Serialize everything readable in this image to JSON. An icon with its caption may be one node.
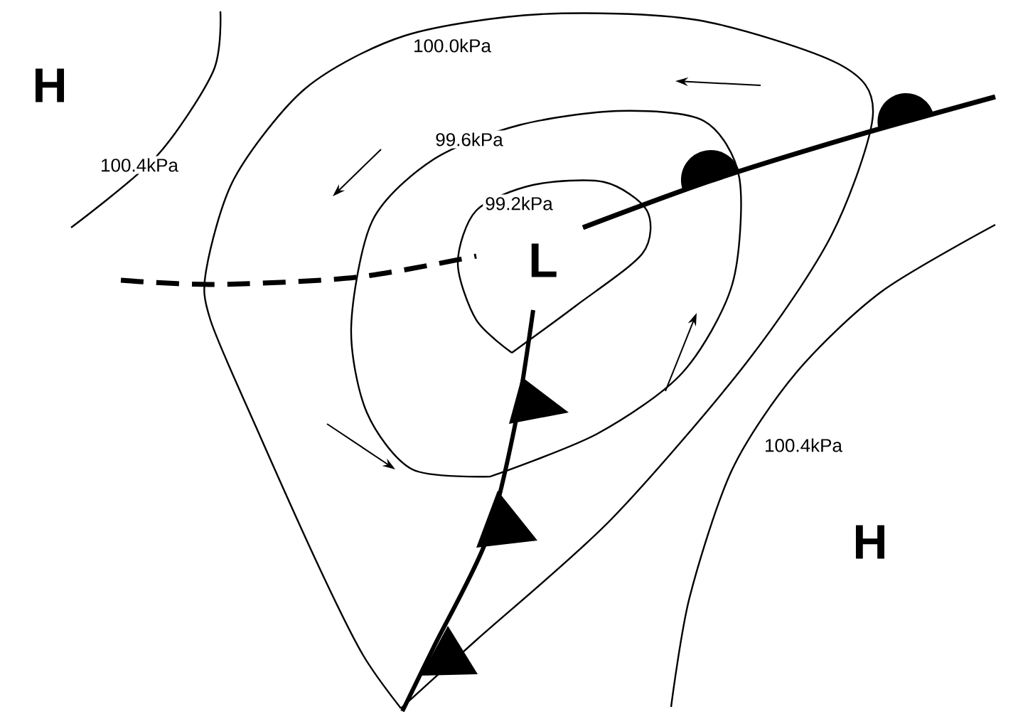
{
  "diagram": {
    "labels": [
      "H",
      "100.4kPa",
      "100.0kPa",
      "99.6kPa",
      "99.2kPa",
      "L",
      "100.4kPa",
      "H"
    ]
  }
}
